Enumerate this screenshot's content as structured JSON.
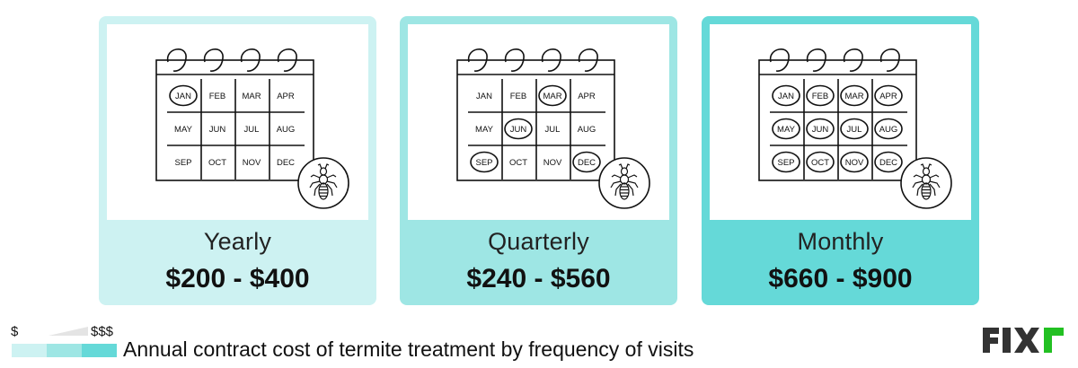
{
  "cards": [
    {
      "label": "Yearly",
      "price": "$200 - $400",
      "color": "#cdf2f2",
      "highlighted_months": [
        "JAN"
      ]
    },
    {
      "label": "Quarterly",
      "price": "$240 - $560",
      "color": "#9ee6e4",
      "highlighted_months": [
        "MAR",
        "JUN",
        "SEP",
        "DEC"
      ]
    },
    {
      "label": "Monthly",
      "price": "$660 - $900",
      "color": "#65d9d8",
      "highlighted_months": [
        "JAN",
        "FEB",
        "MAR",
        "APR",
        "MAY",
        "JUN",
        "JUL",
        "AUG",
        "SEP",
        "OCT",
        "NOV",
        "DEC"
      ]
    }
  ],
  "months": [
    "JAN",
    "FEB",
    "MAR",
    "APR",
    "MAY",
    "JUN",
    "JUL",
    "AUG",
    "SEP",
    "OCT",
    "NOV",
    "DEC"
  ],
  "icons": {
    "calendar": "calendar-icon",
    "termite": "termite-icon"
  },
  "legend": {
    "low_symbol": "$",
    "high_symbol": "$$$",
    "swatches": [
      "#cdf2f2",
      "#9ee6e4",
      "#65d9d8"
    ]
  },
  "caption": "Annual contract cost of termite treatment by frequency of visits",
  "logo": {
    "text": "FIXr",
    "dark_color": "#333333",
    "accent_color": "#22c022"
  }
}
